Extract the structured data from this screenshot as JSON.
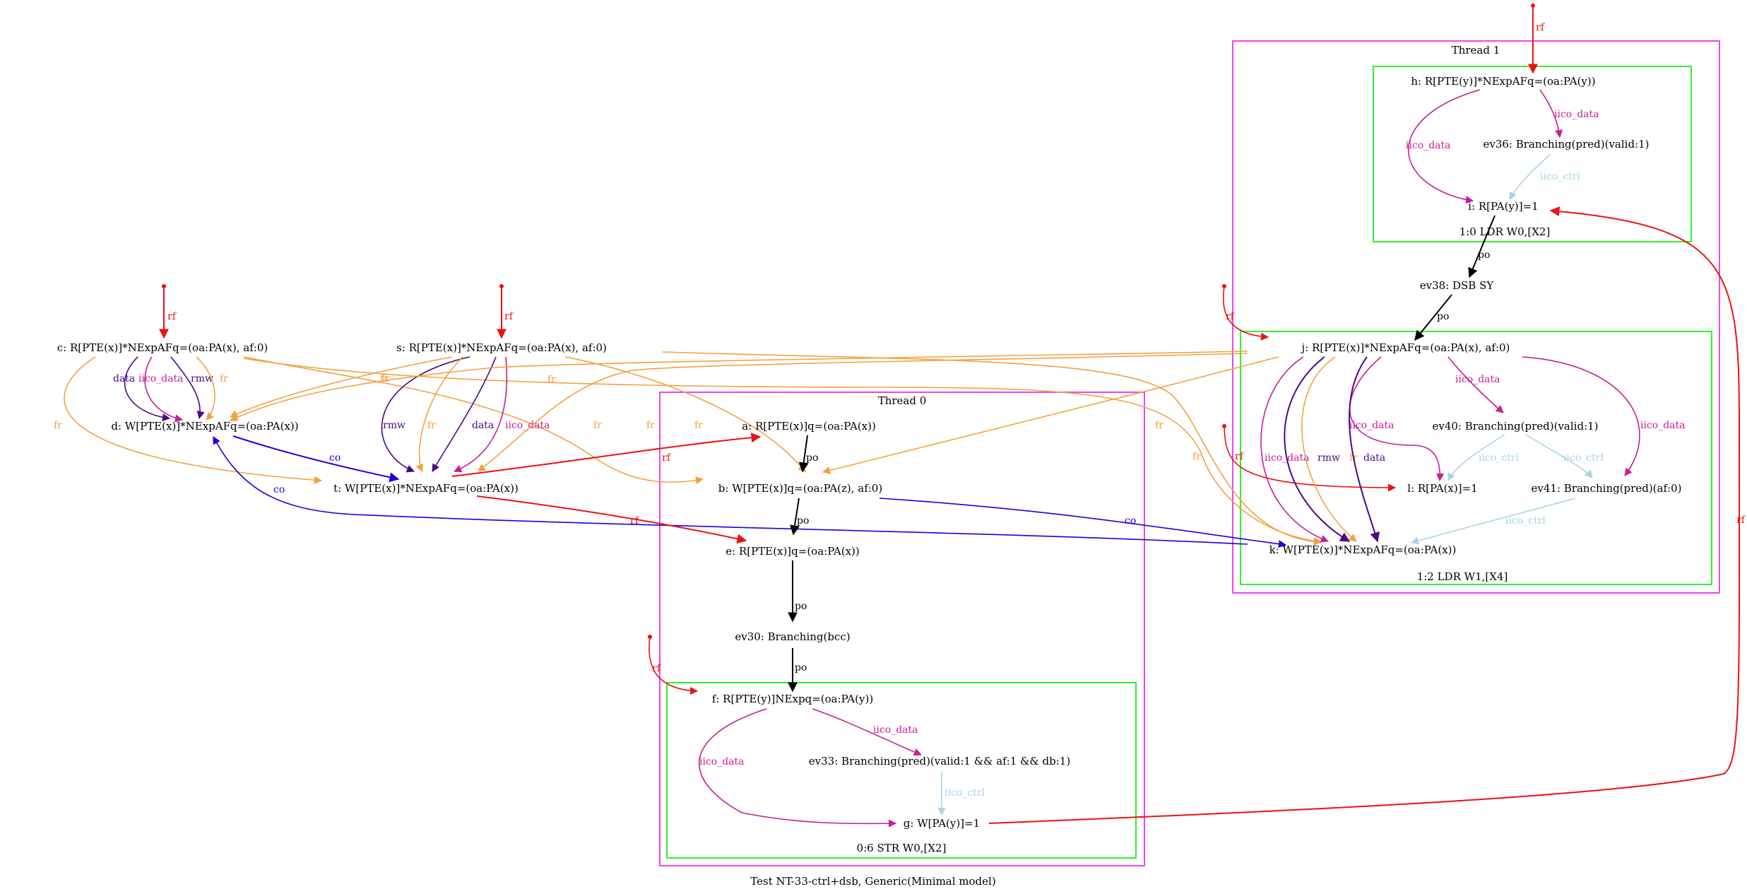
{
  "caption": "Test NT-33-ctrl+dsb, Generic(Minimal model)",
  "colors": {
    "rf": "#ee1111",
    "po": "#000000",
    "co": "#1a00e0",
    "fr": "#f5a040",
    "iico_data": "#c81e96",
    "iico_ctrl": "#a8d4e8",
    "data": "#4b0882",
    "rmw": "#4b0882",
    "thread_box": "#ee44ee",
    "instr_box": "#33ee33"
  },
  "clusters": {
    "thread0": {
      "label": "Thread 0"
    },
    "thread1": {
      "label": "Thread 1"
    },
    "instr_f": {
      "label": "0:6 STR W0,[X2]"
    },
    "instr_h": {
      "label": "1:0 LDR W0,[X2]"
    },
    "instr_j": {
      "label": "1:2 LDR W1,[X4]"
    }
  },
  "nodes": {
    "c": "c: R[PTE(x)]*NExpAFq=(oa:PA(x), af:0)",
    "s": "s: R[PTE(x)]*NExpAFq=(oa:PA(x), af:0)",
    "d": "d: W[PTE(x)]*NExpAFq=(oa:PA(x))",
    "t": "t: W[PTE(x)]*NExpAFq=(oa:PA(x))",
    "a": "a: R[PTE(x)]q=(oa:PA(x))",
    "b": "b: W[PTE(x)]q=(oa:PA(z), af:0)",
    "e": "e: R[PTE(x)]q=(oa:PA(x))",
    "ev30": "ev30: Branching(bcc)",
    "f": "f: R[PTE(y)]NExpq=(oa:PA(y))",
    "ev33": "ev33: Branching(pred)(valid:1 && af:1 && db:1)",
    "g": "g: W[PA(y)]=1",
    "h": "h: R[PTE(y)]*NExpAFq=(oa:PA(y))",
    "ev36": "ev36: Branching(pred)(valid:1)",
    "i": "i: R[PA(y)]=1",
    "ev38": "ev38: DSB SY",
    "j": "j: R[PTE(x)]*NExpAFq=(oa:PA(x), af:0)",
    "ev40": "ev40: Branching(pred)(valid:1)",
    "l": "l: R[PA(x)]=1",
    "ev41": "ev41: Branching(pred)(af:0)",
    "k": "k: W[PTE(x)]*NExpAFq=(oa:PA(x))"
  },
  "edge_labels": {
    "rf": "rf",
    "po": "po",
    "co": "co",
    "fr": "fr",
    "iico_data": "iico_data",
    "iico_ctrl": "iico_ctrl",
    "data": "data",
    "rmw": "rmw"
  }
}
